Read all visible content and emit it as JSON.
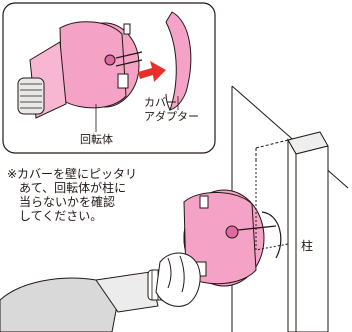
{
  "labels": {
    "rotor": "回転体",
    "cover_adapter": "カバー\nアダプター",
    "pillar": "柱"
  },
  "note": "※カバーを壁にピッタリ\n　あて、回転体が柱に\n　当らないかを確認\n　してください。",
  "colors": {
    "part_pink": "#f4a3c6",
    "part_pink_dark": "#de6aa0",
    "arrow_red": "#e7302a",
    "line": "#231815",
    "drill_gray": "#d9d9d9"
  }
}
